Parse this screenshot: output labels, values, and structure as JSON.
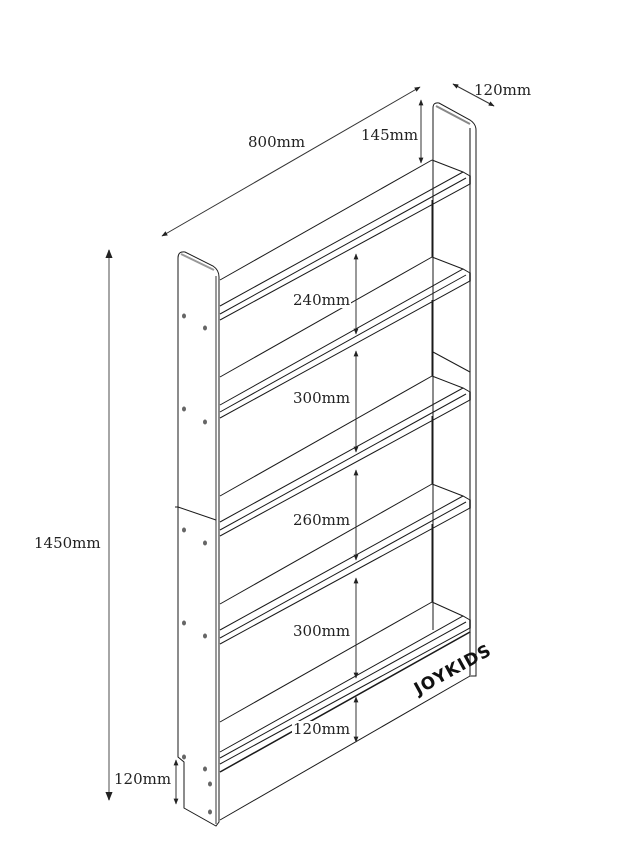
{
  "diagram": {
    "type": "isometric dimension drawing",
    "subject": "wall-mounted bookshelf with 5 shelves",
    "brand": "JOYKIDS",
    "colors": {
      "line": "#1a1a1a",
      "dim_line": "#333333",
      "panel_edge": "#9a9a9a",
      "background": "#ffffff"
    },
    "dimensions": {
      "width": "800mm",
      "depth": "120mm",
      "height": "1450mm",
      "top_clearance": "145mm",
      "gap_1": "240mm",
      "gap_2": "300mm",
      "gap_3": "260mm",
      "gap_4": "300mm",
      "bottom_shelf": "120mm",
      "foot_height": "120mm"
    }
  }
}
